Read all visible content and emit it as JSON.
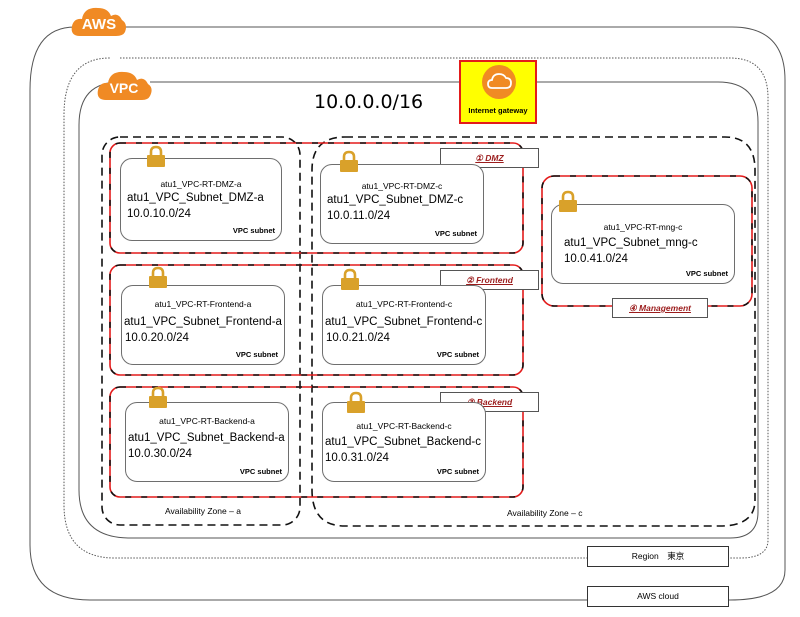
{
  "cloud": {
    "badge": "AWS",
    "label": "AWS cloud"
  },
  "region": {
    "label": "Region　東京"
  },
  "vpc": {
    "badge": "VPC",
    "cidr": "10.0.0.0/16"
  },
  "internet_gateway": {
    "label": "Internet gateway",
    "icon": "cloud-icon"
  },
  "availability_zones": [
    {
      "label": "Availability Zone – a"
    },
    {
      "label": "Availability Zone – c"
    }
  ],
  "tiers": [
    {
      "label": "① DMZ"
    },
    {
      "label": "② Frontend"
    },
    {
      "label": "③ Backend"
    },
    {
      "label": "④ Management"
    }
  ],
  "subnets": [
    {
      "route_table": "atu1_VPC-RT-DMZ-a",
      "name": "atu1_VPC_Subnet_DMZ-a",
      "cidr": "10.0.10.0/24",
      "tag": "VPC subnet"
    },
    {
      "route_table": "atu1_VPC-RT-DMZ-c",
      "name": "atu1_VPC_Subnet_DMZ-c",
      "cidr": "10.0.11.0/24",
      "tag": "VPC subnet"
    },
    {
      "route_table": "atu1_VPC-RT-Frontend-a",
      "name": "atu1_VPC_Subnet_Frontend-a",
      "cidr": "10.0.20.0/24",
      "tag": "VPC subnet"
    },
    {
      "route_table": "atu1_VPC-RT-Frontend-c",
      "name": "atu1_VPC_Subnet_Frontend-c",
      "cidr": "10.0.21.0/24",
      "tag": "VPC subnet"
    },
    {
      "route_table": "atu1_VPC-RT-Backend-a",
      "name": "atu1_VPC_Subnet_Backend-a",
      "cidr": "10.0.30.0/24",
      "tag": "VPC subnet"
    },
    {
      "route_table": "atu1_VPC-RT-Backend-c",
      "name": "atu1_VPC_Subnet_Backend-c",
      "cidr": "10.0.31.0/24",
      "tag": "VPC subnet"
    },
    {
      "route_table": "atu1_VPC-RT-mng-c",
      "name": "atu1_VPC_Subnet_mng-c",
      "cidr": "10.0.41.0/24",
      "tag": "VPC subnet"
    }
  ],
  "colors": {
    "aws_orange": "#f08a24",
    "tier_red": "#e31b1b",
    "igw_yellow": "#ffff00",
    "lock_gold": "#d9a12a",
    "tier_text": "#9b1c1c"
  }
}
